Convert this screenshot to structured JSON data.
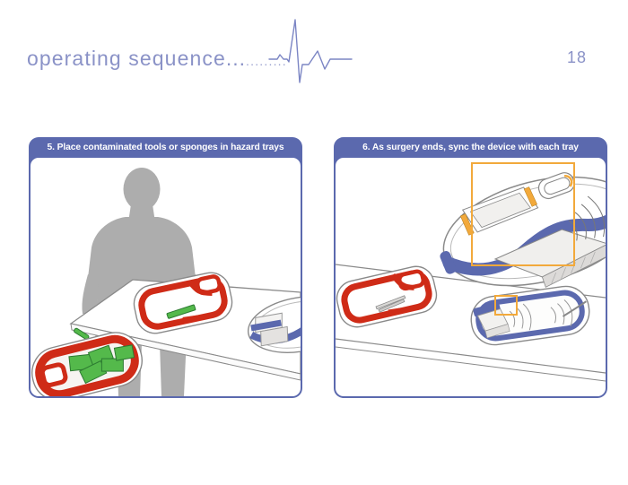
{
  "page": {
    "title": "operating sequence",
    "title_dots": "...",
    "title_dots_trail": ".........",
    "page_number": "18"
  },
  "panels": [
    {
      "id": "step-5",
      "caption": "5. Place contaminated tools or sponges in hazard trays"
    },
    {
      "id": "step-6",
      "caption": "6. As surgery ends, sync the device with each tray"
    }
  ],
  "illustrations": {
    "left_elements": [
      "person-silhouette",
      "operating-table",
      "red-hazard-tray-on-table",
      "green-sponge",
      "blue-tray-table-edge",
      "red-hazard-tray-floor",
      "falling-green-sponge"
    ],
    "right_elements": [
      "zoom-callout-rectangle",
      "magnified-tray-with-device",
      "sync-wave-arcs",
      "red-hazard-tray",
      "blue-tray-with-device",
      "scalpel",
      "small-callout-rectangle"
    ]
  },
  "colors": {
    "accent_blue": "#5b69ae",
    "title_text": "#8a92c7",
    "hazard_red": "#cf2b17",
    "sponge_green": "#54b94b",
    "callout_orange": "#f2a93b",
    "silhouette_gray": "#adadad",
    "outline_gray": "#8a8a8a"
  }
}
